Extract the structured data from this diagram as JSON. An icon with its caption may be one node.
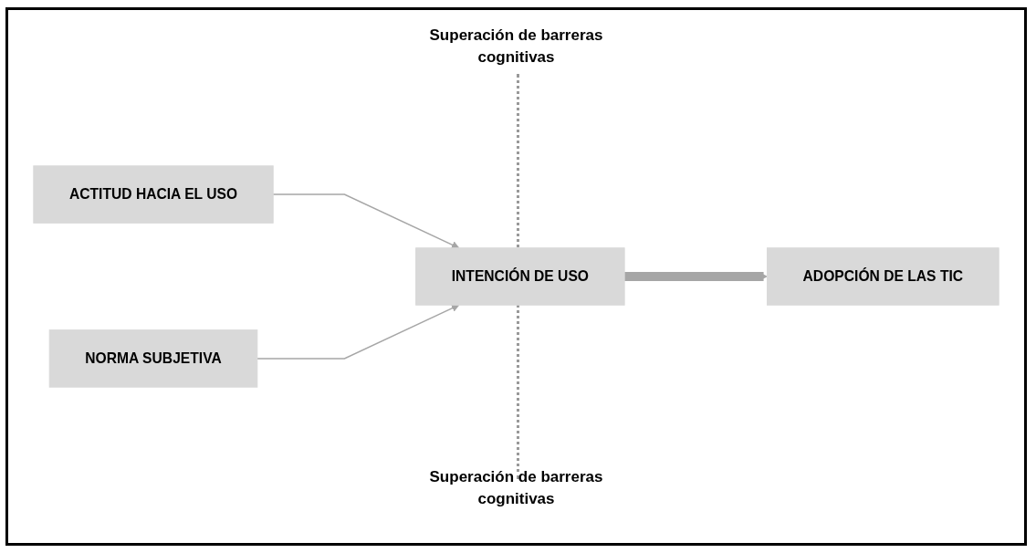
{
  "diagram": {
    "nodes": [
      {
        "text": [
          "ACTITUD HACIA EL USO"
        ]
      },
      {
        "text": [
          "INTENCIÓN DE USO"
        ]
      },
      {
        "text": [
          "NORMA SUBJETIVA"
        ]
      },
      {
        "text": [
          "ADOPCIÓN DE LAS TIC"
        ]
      }
    ],
    "edges": [
      {
        "from": 0,
        "to": 1,
        "arrow": "to"
      },
      {
        "from": 2,
        "to": 1,
        "arrow": "to"
      },
      {
        "from": 1,
        "to": 3,
        "arrow": "to",
        "style": "thick"
      }
    ],
    "labels": [
      "Superación de barreras cognitivas",
      "Superación de barreras cognitivas"
    ]
  }
}
